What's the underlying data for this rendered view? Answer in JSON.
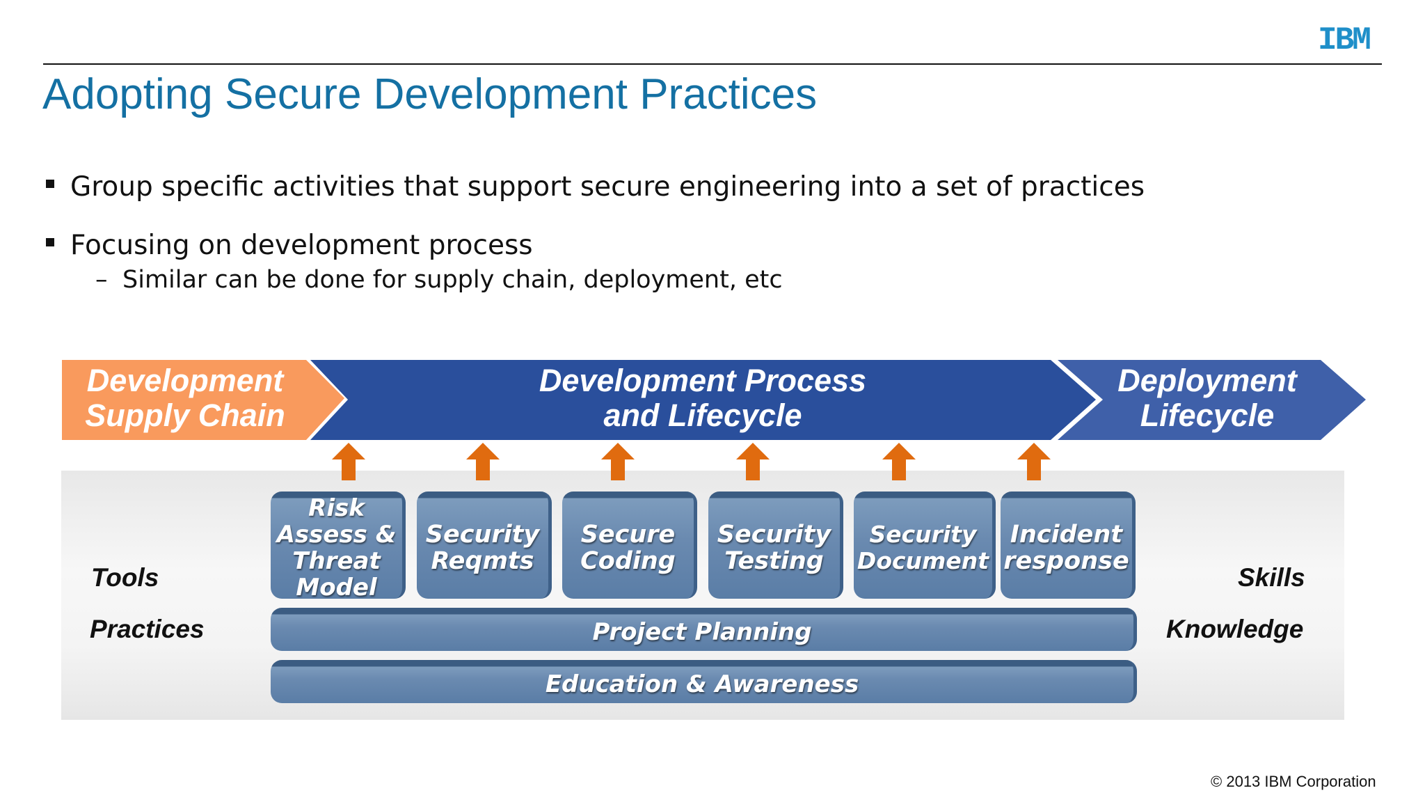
{
  "header": {
    "logo_text": "IBM",
    "title": "Adopting Secure Development Practices"
  },
  "bullets": [
    {
      "text": "Group specific activities that support secure engineering into a set of practices"
    },
    {
      "text": "Focusing on development process"
    }
  ],
  "sub_bullets": [
    {
      "marker": "–",
      "text": "Similar can be done for supply chain, deployment, etc"
    }
  ],
  "diagram": {
    "phases": [
      {
        "label": "Development\nSupply Chain",
        "color": "#f99a5d"
      },
      {
        "label": "Development Process\nand Lifecycle",
        "color": "#2a4f9c"
      },
      {
        "label": "Deployment\nLifecycle",
        "color": "#3f60a9"
      }
    ],
    "practices": [
      {
        "lines": [
          "Risk",
          "Assess &",
          "Threat",
          "Model"
        ]
      },
      {
        "lines": [
          "Security",
          "Reqmts"
        ]
      },
      {
        "lines": [
          "Secure",
          "Coding"
        ]
      },
      {
        "lines": [
          "Security",
          "Testing"
        ]
      },
      {
        "lines": [
          "Security",
          "Document"
        ]
      },
      {
        "lines": [
          "Incident",
          "response"
        ]
      }
    ],
    "foundation": [
      "Project Planning",
      "Education & Awareness"
    ],
    "left_labels": [
      "Tools",
      "Practices"
    ],
    "right_labels": [
      "Skills",
      "Knowledge"
    ],
    "arrow_color": "#e06b0f"
  },
  "footer": {
    "copyright_symbol": "©",
    "text": "2013 IBM Corporation"
  }
}
